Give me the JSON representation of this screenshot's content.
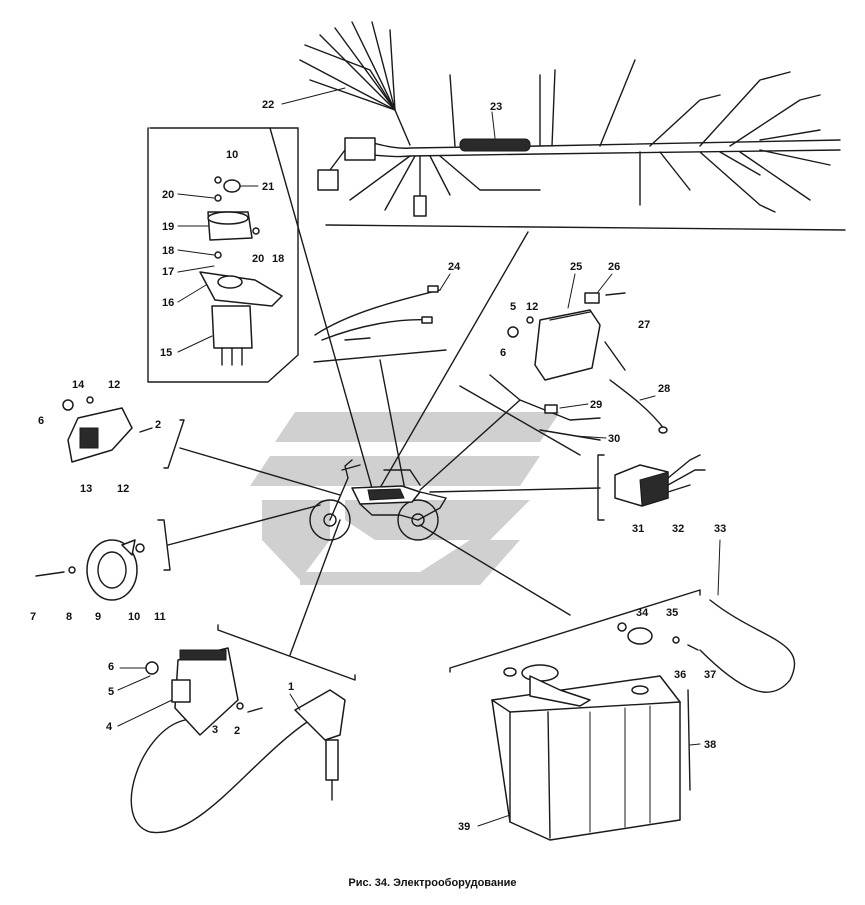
{
  "caption": "Рис. 34. Электрооборудование",
  "callouts": {
    "n1": "1",
    "n2a": "2",
    "n2b": "2",
    "n3": "3",
    "n4": "4",
    "n5a": "5",
    "n5b": "5",
    "n6a": "6",
    "n6b": "6",
    "n6c": "6",
    "n7": "7",
    "n8": "8",
    "n9": "9",
    "n10a": "10",
    "n10b": "10",
    "n11": "11",
    "n12a": "12",
    "n12b": "12",
    "n12c": "12",
    "n13": "13",
    "n14": "14",
    "n15": "15",
    "n16": "16",
    "n17": "17",
    "n18a": "18",
    "n18b": "18",
    "n19": "19",
    "n20a": "20",
    "n20b": "20",
    "n21": "21",
    "n22": "22",
    "n23": "23",
    "n24": "24",
    "n25": "25",
    "n26": "26",
    "n27": "27",
    "n28": "28",
    "n29": "29",
    "n30": "30",
    "n31": "31",
    "n32": "32",
    "n33": "33",
    "n34": "34",
    "n35": "35",
    "n36": "36",
    "n37": "37",
    "n38": "38",
    "n39": "39"
  },
  "colors": {
    "ink": "#1a1a1a",
    "watermark": "#c8c8c8",
    "paper": "#ffffff"
  }
}
